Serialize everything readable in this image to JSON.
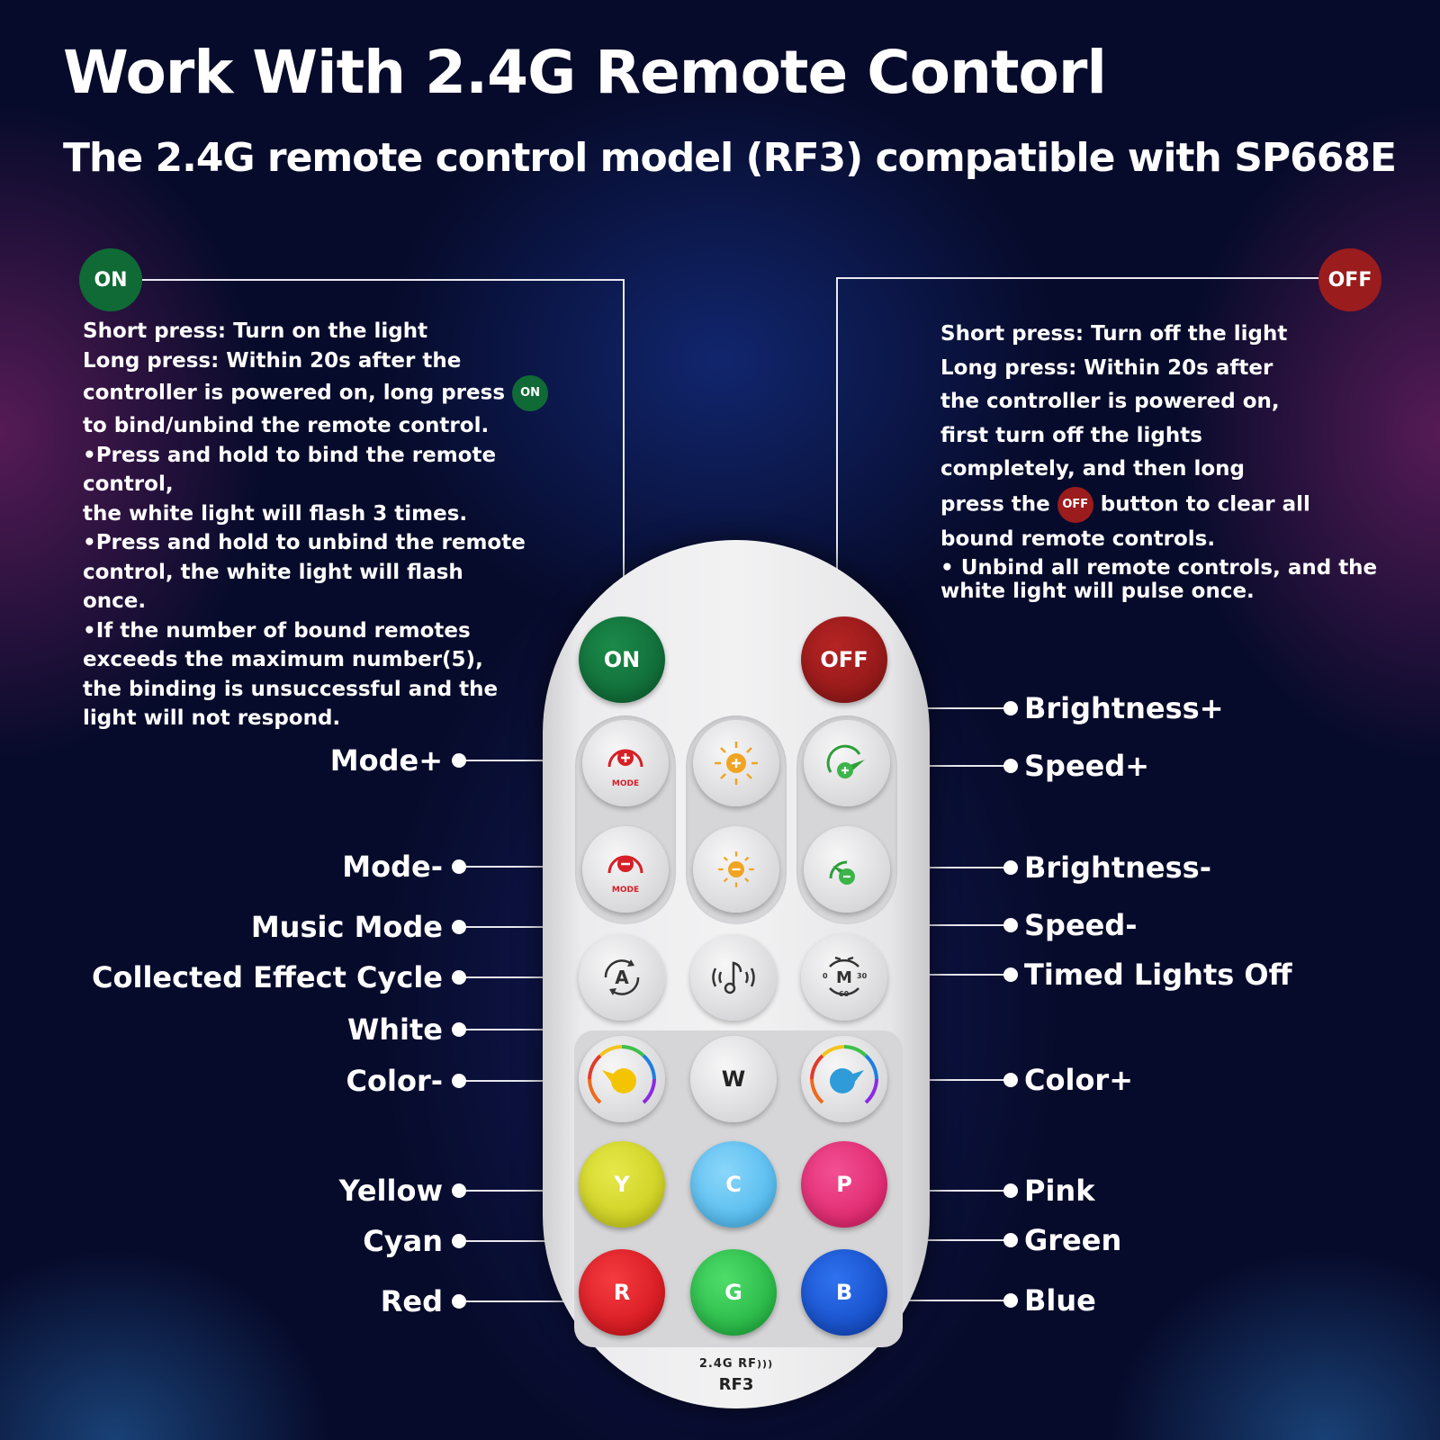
{
  "header": {
    "title": "Work With 2.4G Remote Contorl",
    "subtitle": "The 2.4G remote control model (RF3) compatible with SP668E"
  },
  "on_section": {
    "badge": "ON",
    "line1": "Short press: Turn on the light",
    "line2": "Long press: Within 20s after the",
    "line3a": "controller is powered on, long press",
    "mini_badge": "ON",
    "line4": "to bind/unbind the remote control.",
    "line5": "•Press and hold to bind the remote control,",
    "line6": "the white light will flash 3 times.",
    "line7": "•Press and hold to unbind the remote",
    "line8": "control, the white light will flash",
    "line9": "once.",
    "line10": "•If the number of bound remotes",
    "line11": "exceeds the maximum number(5),",
    "line12": "the binding is unsuccessful and the",
    "line13": "light will not respond."
  },
  "off_section": {
    "badge": "OFF",
    "line1": "Short press: Turn off the light",
    "line2": "Long press: Within 20s after",
    "line3": "the controller is powered on,",
    "line4": "first turn off the lights",
    "line5": "completely, and then long",
    "line6a": "press the",
    "mini_badge": "OFF",
    "line6b": "button to clear all",
    "line7": "bound remote controls.",
    "line8": "• Unbind all remote controls, and the",
    "line9": "white light will pulse once."
  },
  "remote": {
    "on_label": "ON",
    "off_label": "OFF",
    "mode_text": "MODE",
    "cycle_letter": "A",
    "timer_letter": "M",
    "timer_0": "0",
    "timer_30": "30",
    "timer_60": "60",
    "white_letter": "W",
    "yellow_letter": "Y",
    "cyan_letter": "C",
    "pink_letter": "P",
    "red_letter": "R",
    "green_letter": "G",
    "blue_letter": "B",
    "rf_line": "2.4G RF",
    "model": "RF3"
  },
  "labels_left": {
    "mode_plus": "Mode+",
    "mode_minus": "Mode-",
    "music_mode": "Music Mode",
    "collected_cycle": "Collected Effect Cycle",
    "white": "White",
    "color_minus": "Color-",
    "yellow": "Yellow",
    "cyan": "Cyan",
    "red": "Red"
  },
  "labels_right": {
    "brightness_plus": "Brightness+",
    "speed_plus": "Speed+",
    "brightness_minus": "Brightness-",
    "speed_minus": "Speed-",
    "timed_off": "Timed Lights Off",
    "color_plus": "Color+",
    "pink": "Pink",
    "green": "Green",
    "blue": "Blue"
  },
  "colors": {
    "on_green": "#0f6a36",
    "off_red": "#9b1c1c",
    "yellow": "#d9dc2a",
    "cyan": "#5fc4f4",
    "pink": "#ea2b7a",
    "red": "#e0141e",
    "green": "#22c44a",
    "blue": "#1450d6"
  }
}
